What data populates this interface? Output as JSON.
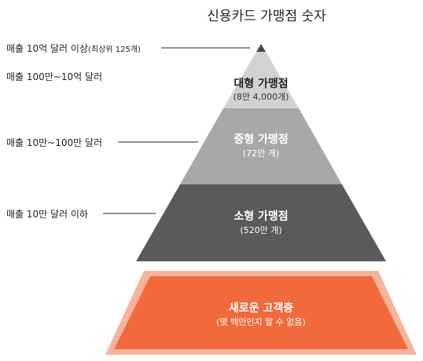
{
  "title": "신용카드 가맹점 숫자",
  "left_labels": [
    {
      "text": "매출 10억 달러 이상",
      "small": "(최상위 125개)"
    },
    {
      "text": "매출 100만~10억 달러",
      "small": ""
    },
    {
      "text": "매출 10만~100만 달러",
      "small": ""
    },
    {
      "text": "매출 10만 달러 이하",
      "small": ""
    }
  ],
  "tiers": [
    {
      "name": "대형 가맹점",
      "sub": "(8만 4,000개)"
    },
    {
      "name": "중형 가맹점",
      "sub": "(72만 개)"
    },
    {
      "name": "소형 가맹점",
      "sub": "(520만 개)"
    }
  ],
  "new_segment": {
    "name": "새로운 고객층",
    "sub": "(몇 백만인지 알 수 없음)"
  },
  "colors": {
    "tier_top": "#d2d2d2",
    "tier_mid": "#a8a8a8",
    "tier_bottom": "#5a5a5a",
    "apex": "#4a4a4a",
    "new_fill": "#f26a3b",
    "new_border": "#f6b59a"
  }
}
